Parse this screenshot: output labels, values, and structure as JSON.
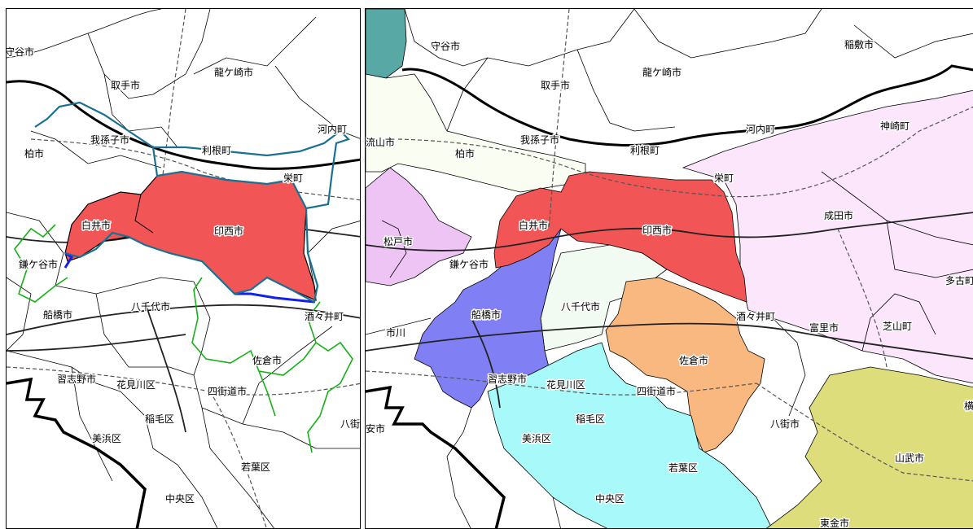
{
  "left_map": {
    "labels": {
      "moriya": "守谷市",
      "toride": "取手市",
      "ryugasaki": "龍ケ崎市",
      "abiko": "我孫子市",
      "tone": "利根町",
      "kawachi": "河内町",
      "kashiwa": "柏市",
      "sakae": "栄町",
      "shiroi": "白井市",
      "inzai": "印西市",
      "kamagaya": "鎌ケ谷市",
      "yachiyo": "八千代市",
      "funabashi": "船橋市",
      "shisui": "酒々井町",
      "sakura": "佐倉市",
      "narashino": "習志野市",
      "hanamigawa": "花見川区",
      "yotsukaido": "四街道市",
      "inage": "稲毛区",
      "yachimata": "八街",
      "mihama": "美浜区",
      "wakaba": "若葉区",
      "chuo": "中央区"
    }
  },
  "right_map": {
    "labels": {
      "moriya": "守谷市",
      "inashiki": "稲敷市",
      "toride": "取手市",
      "ryugasaki": "龍ケ崎市",
      "kawachi": "河内町",
      "kozaki": "神崎町",
      "nagareyama": "流山市",
      "abiko": "我孫子市",
      "kashiwa": "柏市",
      "tone": "利根町",
      "sakae": "栄町",
      "shiroi": "白井市",
      "inzai": "印西市",
      "narita": "成田市",
      "matsudo": "松戸市",
      "kamagaya": "鎌ケ谷市",
      "takomachi": "多古町",
      "yachiyo": "八千代市",
      "funabashi": "船橋市",
      "shisui": "酒々井町",
      "tomisato": "富里市",
      "shibayama": "芝山町",
      "ichikawa": "市川",
      "sakura": "佐倉市",
      "narashino": "習志野市",
      "hanamigawa": "花見川区",
      "yotsukaido": "四街道市",
      "urayasu": "安市",
      "inage": "稲毛区",
      "yachimata": "八街市",
      "mihama": "美浜区",
      "sammu": "山武市",
      "wakaba": "若葉区",
      "chuo": "中央区",
      "togane": "東金市",
      "yoko": "横"
    }
  },
  "colors": {
    "highlight_red": "#f25555",
    "funabashi_blue": "#8080f4",
    "sakura_orange": "#f8b880",
    "narita_pink": "#fbe6fb",
    "matsudo_purple": "#eec4f4",
    "wakaba_cyan": "#a8fafa",
    "sammu_olive": "#dedd7c",
    "moriya_teal": "#58a8a6",
    "kashiwa_cream": "#fafdf2",
    "yachiyo_mint": "#f2fbf2",
    "route_teal": "#1a7090",
    "route_blue": "#1020ee",
    "route_green": "#16b016"
  }
}
